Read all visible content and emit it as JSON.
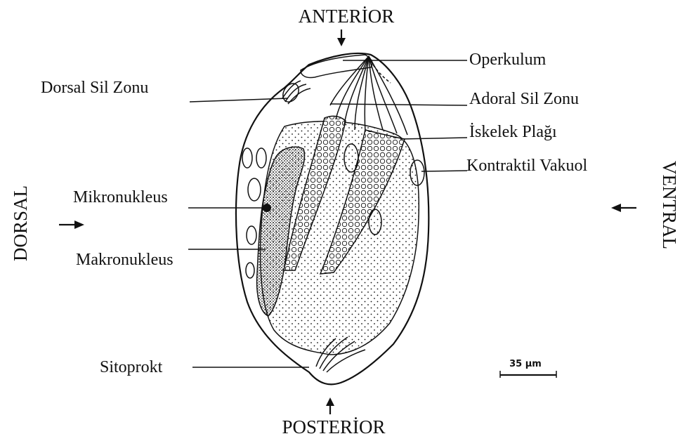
{
  "orientation": {
    "anterior": "ANTERİOR",
    "posterior": "POSTERİOR",
    "dorsal": "DORSAL",
    "ventral": "VENTRAL"
  },
  "labels": {
    "operkulum": "Operkulum",
    "dorsal_sil_zonu": "Dorsal Sil Zonu",
    "adoral_sil_zonu": "Adoral Sil Zonu",
    "iskelek_plagi": "İskelek Plağı",
    "kontraktil_vakuol": "Kontraktil Vakuol",
    "mikronukleus": "Mikronukleus",
    "makronukleus": "Makronukleus",
    "sitoprokt": "Sitoprokt"
  },
  "scale_bar": {
    "label": "35 µm"
  },
  "colors": {
    "ink": "#111111",
    "background": "#ffffff"
  }
}
